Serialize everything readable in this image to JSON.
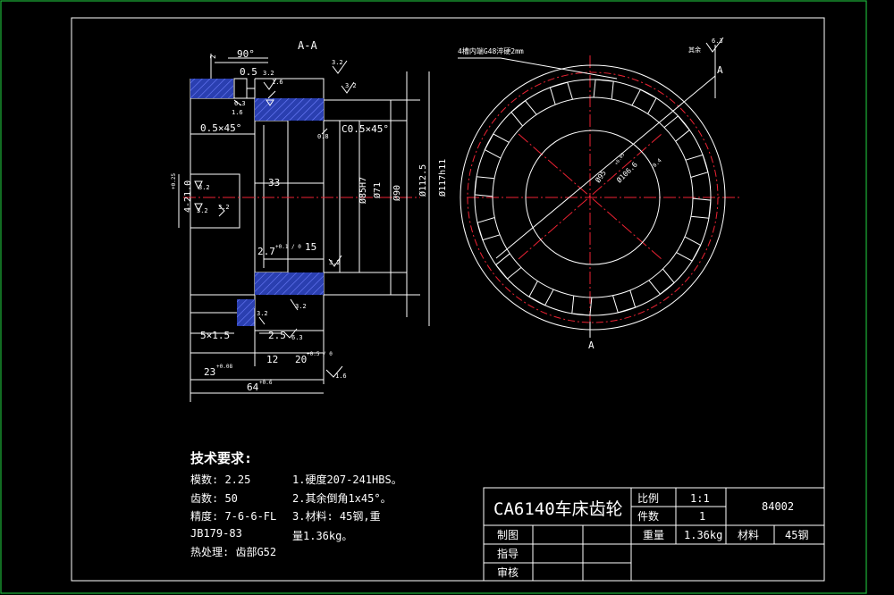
{
  "section": {
    "label": "A-A",
    "angle": "90°",
    "dims": {
      "d_05_top": "0.5",
      "d_2": "2",
      "chamfer_left": "0.5×45°",
      "chamfer_right": "C0.5×45°",
      "len_33": "33",
      "len_15": "15",
      "len_27": "2.7",
      "tol_27": "+0.1 / 0",
      "slot_4x21": "4-21.0",
      "tol_slot": "+0.25",
      "bore_h7": "Ø85H7",
      "bore_71": "Ø71",
      "dia_90": "Ø90",
      "dia_1125": "Ø112.5",
      "dia_117": "Ø117h11",
      "groove": "5×1.5",
      "w_25": "2.5",
      "w_12": "12",
      "w_20": "20",
      "tol_20": "+0.5 / 0",
      "w_23": "23",
      "tol_23": "+0.08",
      "w_64": "64",
      "tol_64": "+0.6",
      "rough": [
        "3.2",
        "1.6",
        "3.2",
        "6.3",
        "3.2",
        "3.2",
        "3.2",
        "0.8",
        "3.2",
        "3.2",
        "6.3",
        "1.6",
        "3.2",
        "1.6",
        "3.2"
      ]
    }
  },
  "front_view": {
    "label_a": "A",
    "note": "4槽内端G48淬硬2mm",
    "dim_95": "Ø95",
    "tol_95": "+0.05",
    "dim_106": "Ø106.6",
    "tol_106": "-0.4",
    "rough_other": "其余",
    "rough_other_val": "6.3"
  },
  "tech": {
    "title": "技术要求:",
    "left": [
      "模数: 2.25",
      "齿数: 50",
      "精度: 7-6-6-FL",
      "JB179-83",
      "热处理: 齿部G52"
    ],
    "right": [
      "1.硬度207-241HBS。",
      "2.其余倒角1x45°。",
      "3.材料: 45钢,重",
      "量1.36kg。"
    ]
  },
  "title_block": {
    "part_name": "CA6140车床齿轮",
    "scale_label": "比例",
    "scale_value": "1:1",
    "qty_label": "件数",
    "qty_value": "1",
    "drawing_no": "84002",
    "weight_label": "重量",
    "weight_value": "1.36kg",
    "material_label": "材料",
    "material_value": "45钢",
    "drawn": "制图",
    "guide": "指导",
    "review": "审核"
  },
  "colors": {
    "background": "#000000",
    "lines": "#ffffff",
    "centerline": "#e22233",
    "outer_frame": "#1db33a",
    "hatch": "#2a3fb0"
  }
}
